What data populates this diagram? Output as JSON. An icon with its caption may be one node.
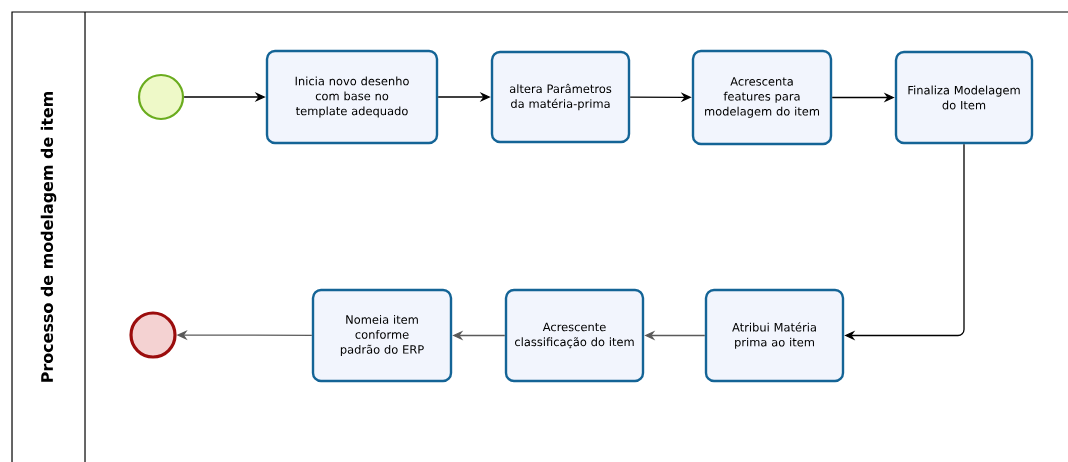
{
  "diagram": {
    "nodes": [
      {
        "text": [
          "Processo de modelagem de item"
        ]
      },
      {
        "text": [],
        "shape": "circle",
        "in": 0
      },
      {
        "text": [
          "Inicia novo desenho com base no template adequado"
        ],
        "in": 0
      },
      {
        "text": [
          "altera Parâmetros da matéria-prima"
        ],
        "in": 0
      },
      {
        "text": [
          "Acrescenta features para modelagem do item"
        ],
        "in": 0
      },
      {
        "text": [
          "Finaliza Modelagem do Item"
        ],
        "in": 0
      },
      {
        "text": [
          "Atribui Matéria prima ao item"
        ],
        "in": 0
      },
      {
        "text": [
          "Acrescente classificação do item"
        ],
        "in": 0
      },
      {
        "text": [
          "Nomeia item conforme padrão do ERP"
        ],
        "in": 0
      },
      {
        "text": [],
        "shape": "circle",
        "in": 0
      }
    ],
    "edges": [
      {
        "from": 1,
        "to": 2,
        "arrow": "to"
      },
      {
        "from": 2,
        "to": 3,
        "arrow": "to"
      },
      {
        "from": 3,
        "to": 4,
        "arrow": "to"
      },
      {
        "from": 4,
        "to": 5,
        "arrow": "to"
      },
      {
        "from": 5,
        "to": 6,
        "arrow": "to"
      },
      {
        "from": 6,
        "to": 7,
        "arrow": "to",
        "color": "#5a5a5a"
      },
      {
        "from": 7,
        "to": 8,
        "arrow": "to",
        "color": "#5a5a5a"
      },
      {
        "from": 8,
        "to": 9,
        "arrow": "to",
        "color": "#5a5a5a"
      }
    ]
  }
}
